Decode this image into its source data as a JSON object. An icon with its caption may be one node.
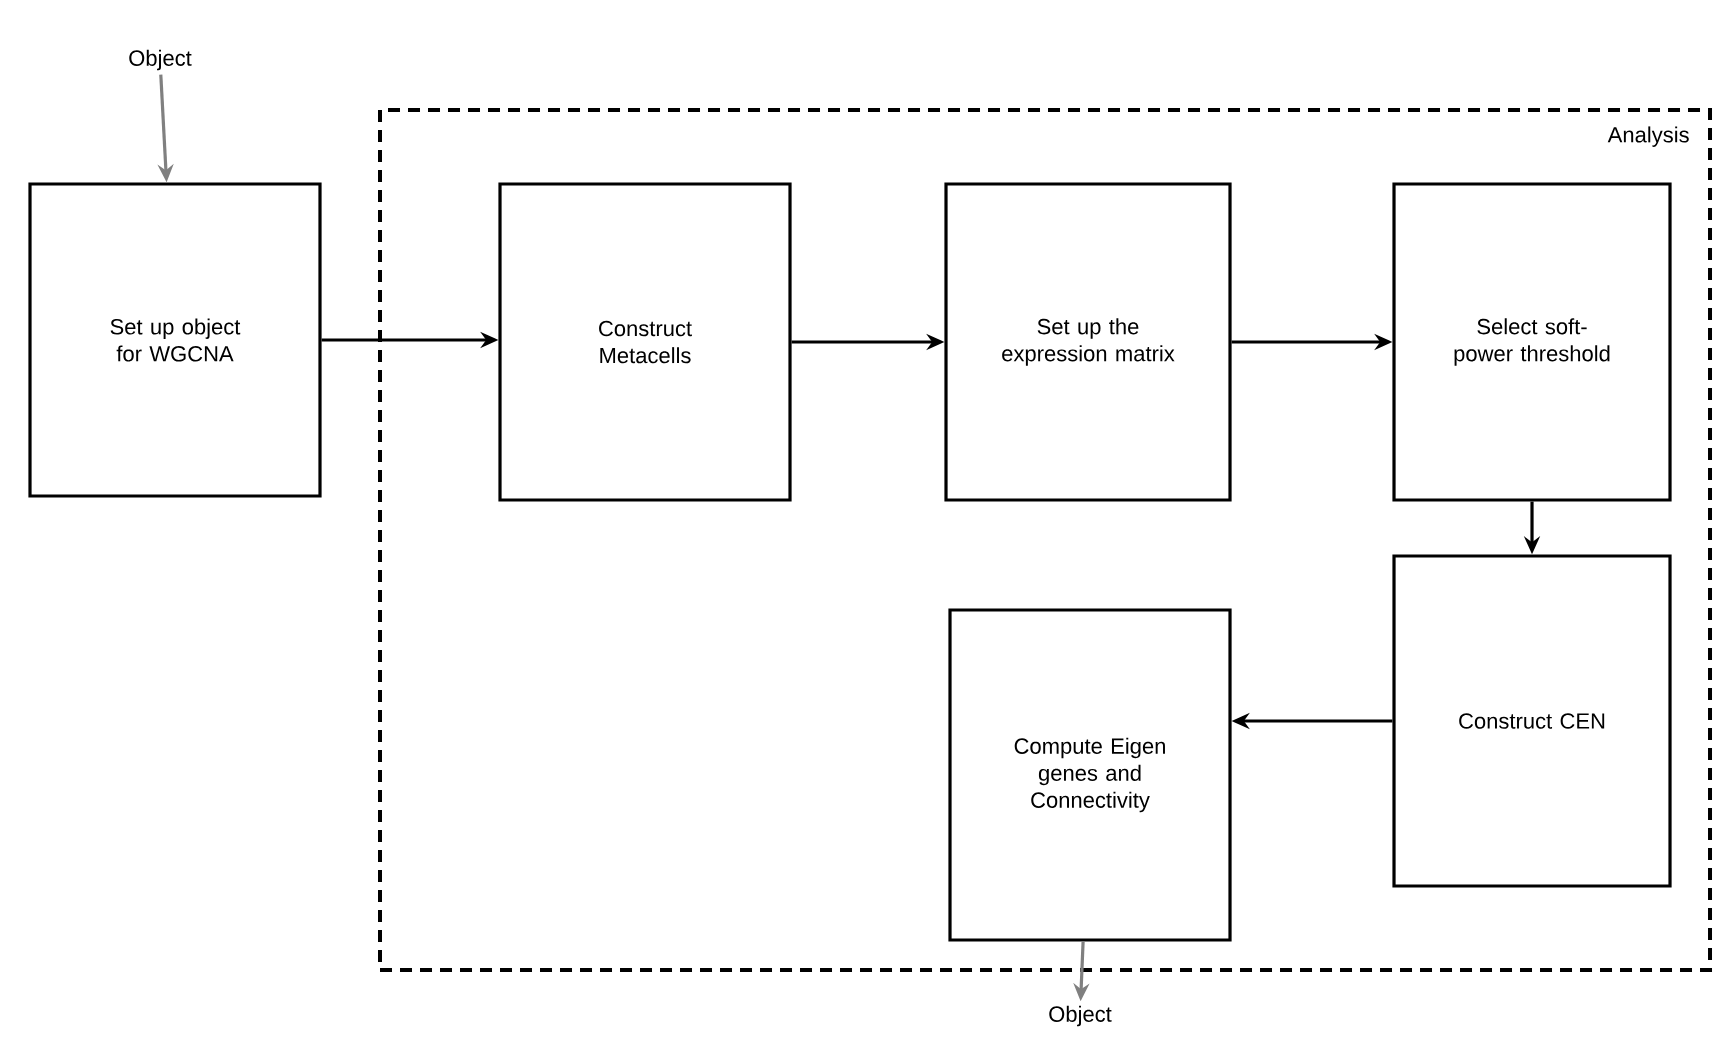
{
  "diagram": {
    "nodes": [
      {
        "text": [
          "Object"
        ]
      },
      {
        "text": [
          "Set up object for WGCNA"
        ]
      },
      {
        "text": [
          "Analysis"
        ]
      },
      {
        "text": [
          "Construct Metacells"
        ],
        "in": 2
      },
      {
        "text": [
          "Set up the expression matrix"
        ],
        "in": 2
      },
      {
        "text": [
          "Select soft-power threshold"
        ],
        "in": 2
      },
      {
        "text": [
          "Construct CEN"
        ],
        "in": 2
      },
      {
        "text": [
          "Compute Eigen genes and Connectivity"
        ],
        "in": 2
      },
      {
        "text": [
          "Object"
        ]
      }
    ],
    "edges": [
      {
        "from": 0,
        "to": 1,
        "arrow": "to",
        "color": "#808080"
      },
      {
        "from": 1,
        "to": 3,
        "arrow": "to"
      },
      {
        "from": 3,
        "to": 4,
        "arrow": "to"
      },
      {
        "from": 4,
        "to": 5,
        "arrow": "to"
      },
      {
        "from": 5,
        "to": 6,
        "arrow": "to"
      },
      {
        "from": 6,
        "to": 7,
        "arrow": "to"
      },
      {
        "from": 7,
        "to": 8,
        "arrow": "to",
        "color": "#808080"
      }
    ]
  }
}
